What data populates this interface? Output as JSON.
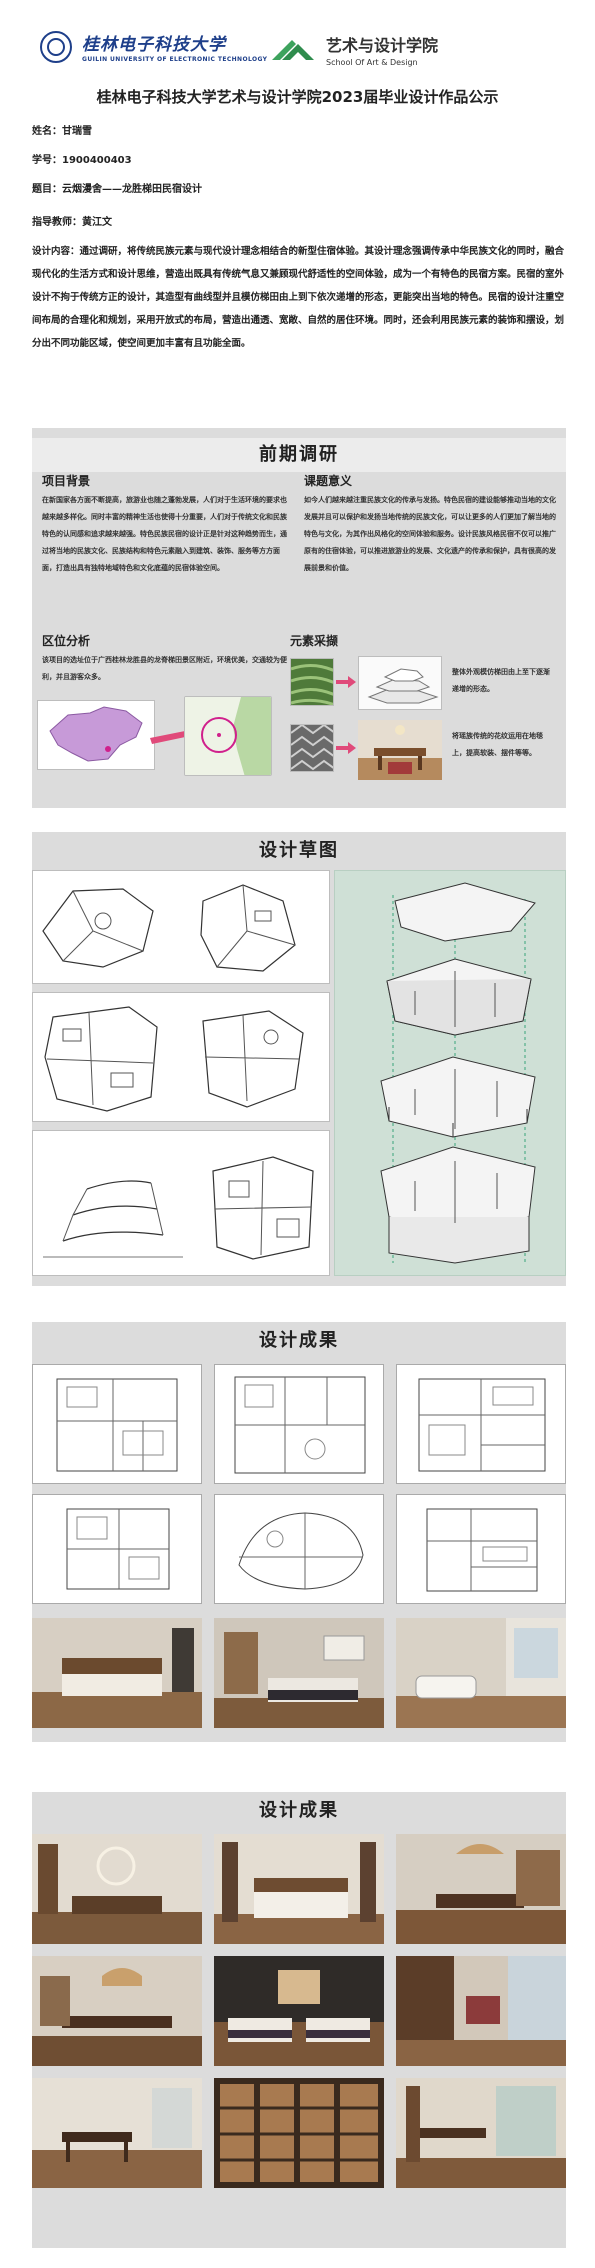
{
  "header": {
    "university_cn": "桂林电子科技大学",
    "university_en": "GUILIN UNIVERSITY OF ELECTRONIC TECHNOLOGY",
    "school_cn": "艺术与设计学院",
    "school_en": "School Of Art & Design"
  },
  "title": "桂林电子科技大学艺术与设计学院2023届毕业设计作品公示",
  "info": {
    "name": "姓名：甘瑞雪",
    "student_id": "学号：1900400403",
    "topic": "题目：云烟漫舍——龙胜梯田民宿设计",
    "advisor": "指导教师：黄江文"
  },
  "description": "设计内容：通过调研，将传统民族元素与现代设计理念相结合的新型住宿体验。其设计理念强调传承中华民族文化的同时，融合现代化的生活方式和设计思维，营造出既具有传统气息又兼顾现代舒适性的空间体验，成为一个有特色的民宿方案。民宿的室外设计不拘于传统方正的设计，其造型有曲线型并且模仿梯田由上到下依次递增的形态，更能突出当地的特色。民宿的设计注重空间布局的合理化和规划，采用开放式的布局，营造出通透、宽敞、自然的居住环境。同时，还会利用民族元素的装饰和摆设，划分出不同功能区域，使空间更加丰富有且功能全面。",
  "research": {
    "title": "前期调研",
    "background_h": "项目背景",
    "background_p": "在新国家各方面不断提高，旅游业也随之蓬勃发展，人们对于生活环境的要求也越来越多样化。同时丰富的精神生活也使得十分重要，人们对于传统文化和民族特色的认同感和追求越来越强。特色民族民宿的设计正是针对这种趋势而生，通过将当地的民族文化、民族结构和特色元素融入到建筑、装饰、服务等方方面面，打造出具有独特地域特色和文化底蕴的民宿体验空间。",
    "meaning_h": "课题意义",
    "meaning_p": "如今人们越来越注重民族文化的传承与发扬。特色民宿的建设能够推动当地的文化发展并且可以保护和发扬当地传统的民族文化，可以让更多的人们更加了解当地的特色与文化，为其作出风格化的空间体验和服务。设计民族风格民宿不仅可以推广原有的住宿体验，可以推进旅游业的发展、文化遗产的传承和保护，具有很高的发展前景和价值。",
    "location_h": "区位分析",
    "location_p": "该项目的选址位于广西桂林龙胜县的龙脊梯田景区附近，环境优美，交通较为便利，并且游客众多。",
    "element_h": "元素采撷",
    "element_p1": "整体外观模仿梯田由上至下逐渐递增的形态。",
    "element_p2": "将瑶族传统的花纹运用在地毯上，提高软装、摆件等等。"
  },
  "sketch": {
    "title": "设计草图"
  },
  "result1": {
    "title": "设计成果"
  },
  "result2": {
    "title": "设计成果"
  }
}
